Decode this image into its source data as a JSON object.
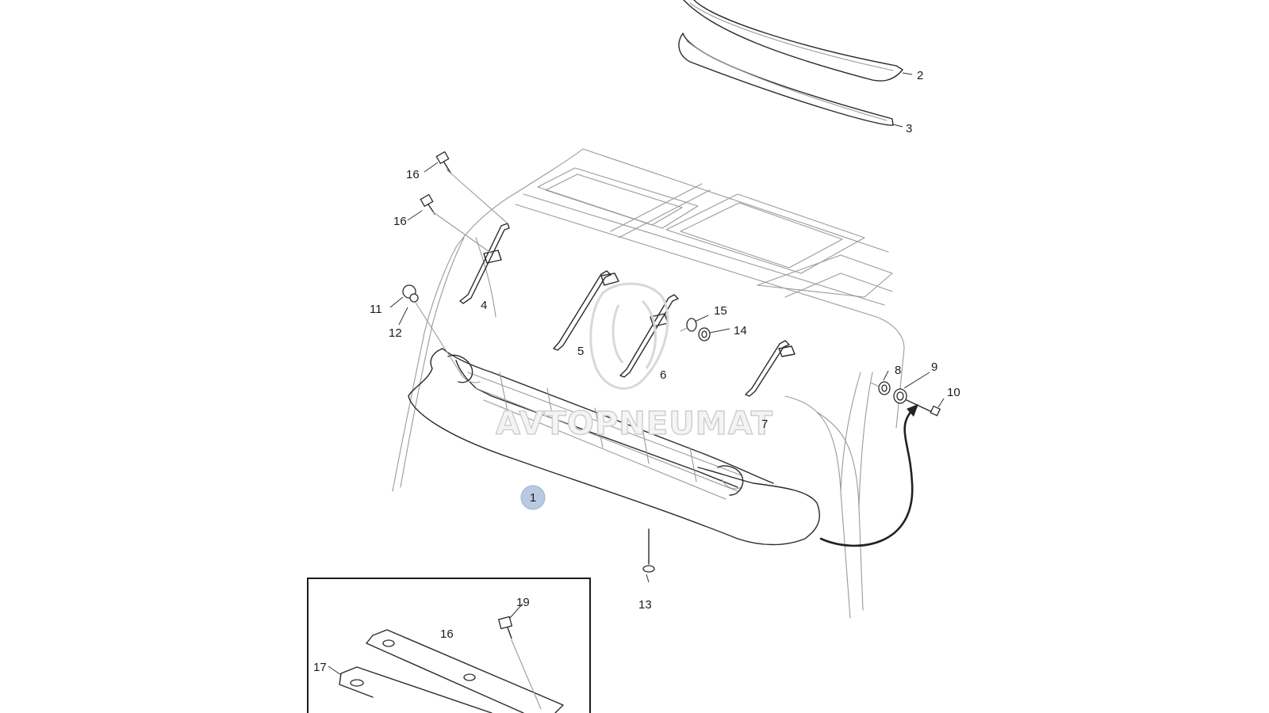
{
  "watermark": {
    "text": "AVTOPNEUMAT",
    "logo": "stylized-sbh-logo"
  },
  "callouts": [
    {
      "id": "c2",
      "text": "2"
    },
    {
      "id": "c3",
      "text": "3"
    },
    {
      "id": "c16a",
      "text": "16"
    },
    {
      "id": "c16b",
      "text": "16"
    },
    {
      "id": "c4",
      "text": "4"
    },
    {
      "id": "c11",
      "text": "11"
    },
    {
      "id": "c12",
      "text": "12"
    },
    {
      "id": "c5",
      "text": "5"
    },
    {
      "id": "c6",
      "text": "6"
    },
    {
      "id": "c15",
      "text": "15"
    },
    {
      "id": "c14",
      "text": "14"
    },
    {
      "id": "c7",
      "text": "7"
    },
    {
      "id": "c8",
      "text": "8"
    },
    {
      "id": "c9",
      "text": "9"
    },
    {
      "id": "c10",
      "text": "10"
    },
    {
      "id": "c1",
      "text": "1"
    },
    {
      "id": "c13",
      "text": "13"
    },
    {
      "id": "c19",
      "text": "19"
    },
    {
      "id": "c16c",
      "text": "16"
    },
    {
      "id": "c17",
      "text": "17"
    }
  ],
  "colors": {
    "line": "#2a2a2a",
    "ghost_line": "#9a9a9a",
    "highlight_badge": "#b9c9e2",
    "background": "#ffffff"
  }
}
